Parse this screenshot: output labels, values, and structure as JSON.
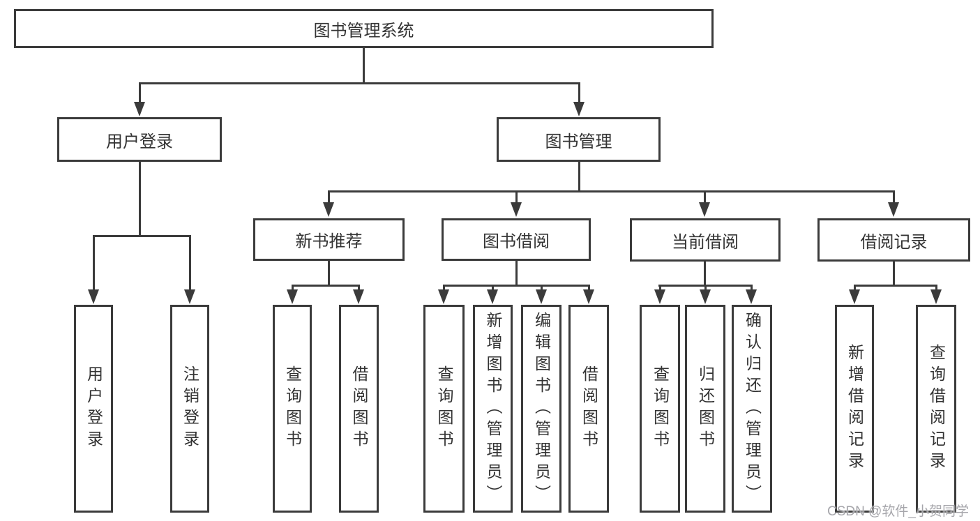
{
  "nodes": {
    "root": "图书管理系统",
    "user_login": "用户登录",
    "book_mgmt": "图书管理",
    "new_book_rec": "新书推荐",
    "book_borrow": "图书借阅",
    "current_borrow": "当前借阅",
    "borrow_records": "借阅记录",
    "leaf_user_login": "用户登录",
    "leaf_logout": "注销登录",
    "leaf_rec_query": "查询图书",
    "leaf_rec_borrow": "借阅图书",
    "leaf_bb_query": "查询图书",
    "leaf_bb_add": "新增图书（管理员）",
    "leaf_bb_edit": "编辑图书（管理员）",
    "leaf_bb_borrow": "借阅图书",
    "leaf_cb_query": "查询图书",
    "leaf_cb_return": "归还图书",
    "leaf_cb_confirm": "确认归还（管理员）",
    "leaf_br_add": "新增借阅记录",
    "leaf_br_query": "查询借阅记录"
  },
  "watermark": "CSDN @软件_小贺同学",
  "colors": {
    "line": "#3b3b3b",
    "text": "#333333",
    "background": "#ffffff",
    "watermark": "#a6a6ab"
  }
}
